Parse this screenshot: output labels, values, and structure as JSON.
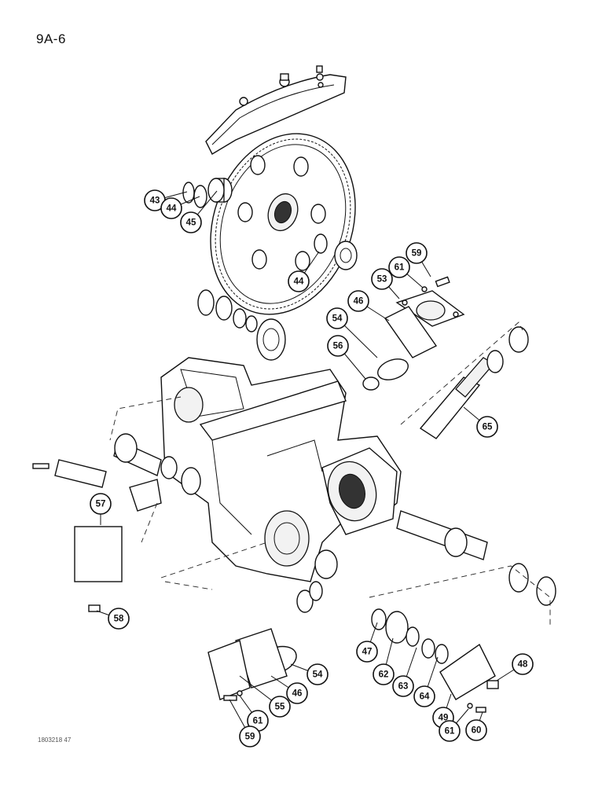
{
  "page": {
    "number": "9A-6",
    "figure_id": "1803218 47"
  },
  "callouts": [
    {
      "label": "43"
    },
    {
      "label": "44"
    },
    {
      "label": "45"
    },
    {
      "label": "44"
    },
    {
      "label": "59"
    },
    {
      "label": "61"
    },
    {
      "label": "53"
    },
    {
      "label": "46"
    },
    {
      "label": "54"
    },
    {
      "label": "56"
    },
    {
      "label": "65"
    },
    {
      "label": "57"
    },
    {
      "label": "58"
    },
    {
      "label": "47"
    },
    {
      "label": "62"
    },
    {
      "label": "63"
    },
    {
      "label": "64"
    },
    {
      "label": "48"
    },
    {
      "label": "49"
    },
    {
      "label": "61"
    },
    {
      "label": "60"
    },
    {
      "label": "54"
    },
    {
      "label": "46"
    },
    {
      "label": "55"
    },
    {
      "label": "61"
    },
    {
      "label": "59"
    }
  ]
}
